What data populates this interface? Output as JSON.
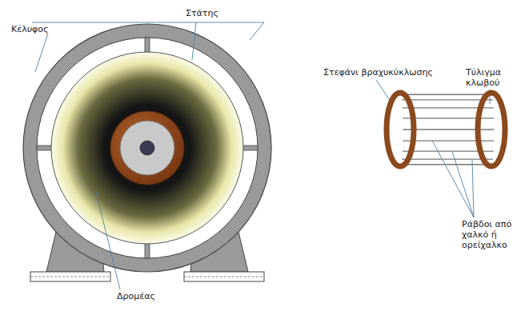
{
  "diagram": {
    "labels": [
      "Στάτης",
      "Κέλυφος",
      "Δρομέας",
      "Στεφάνι βραχυκύκλωσης",
      "Τύλιγμα κλωβού",
      "Ράβδοι από χαλκό ή ορείχαλκο"
    ]
  }
}
